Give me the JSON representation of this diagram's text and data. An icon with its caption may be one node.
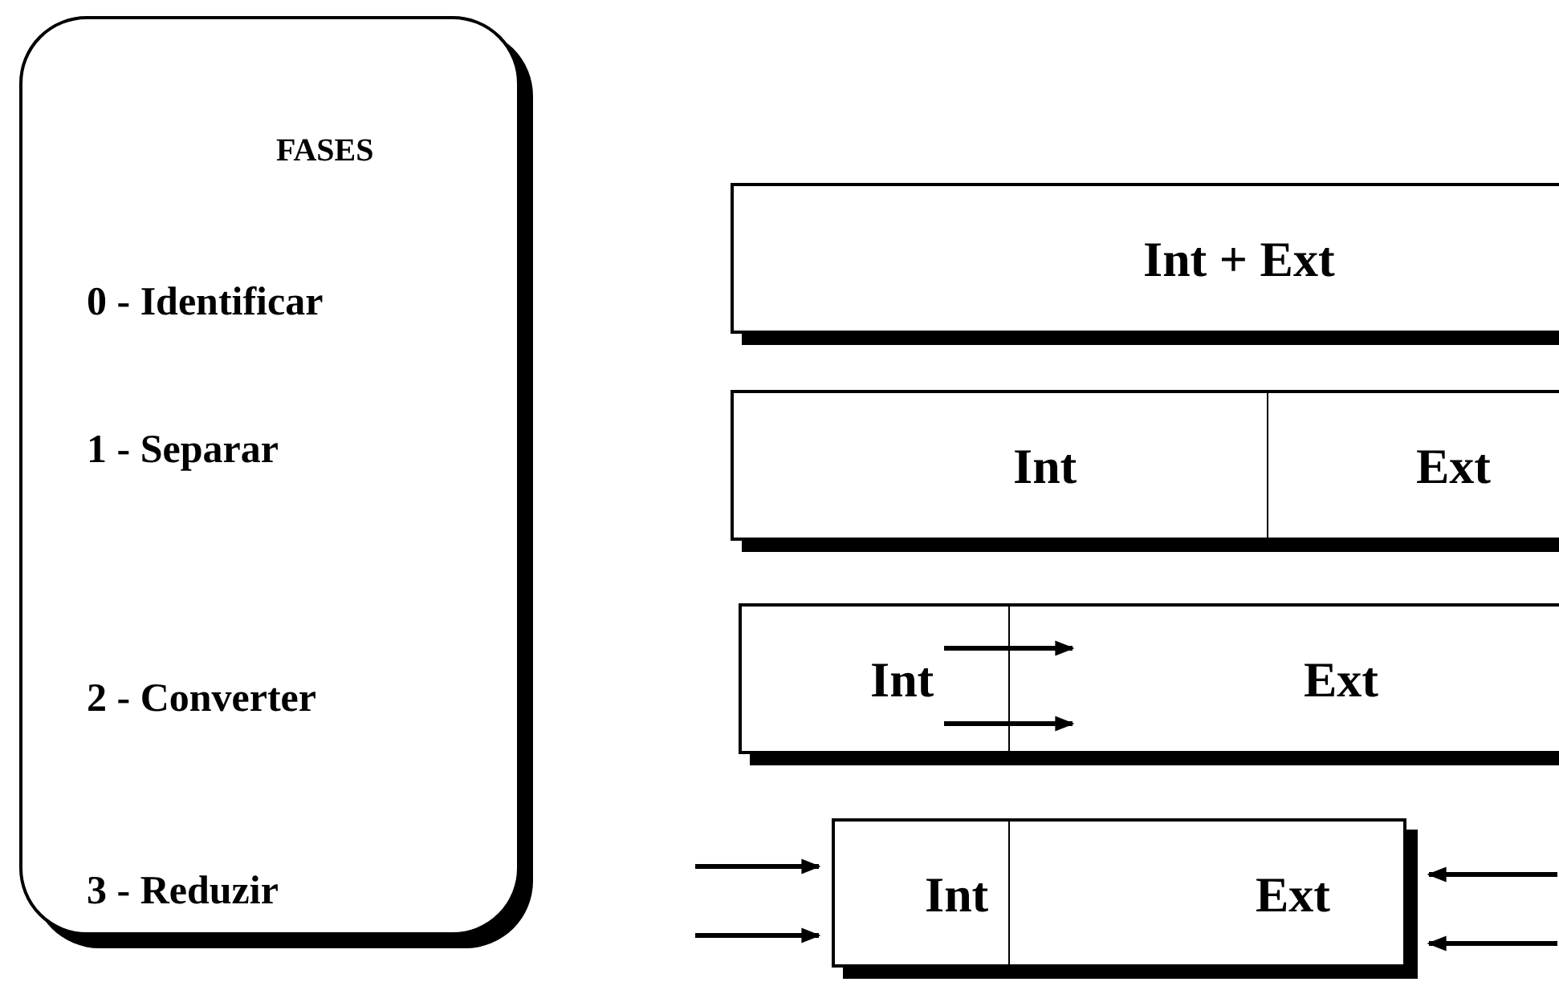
{
  "diagram": {
    "nodes": [
      {
        "text": [
          "FASES",
          "0 - Identificar",
          "1 - Separar",
          "2 - Converter",
          "3 - Reduzir"
        ]
      },
      {
        "text": [
          "Int + Ext"
        ]
      },
      {
        "text": [
          "Int",
          "Ext"
        ]
      },
      {
        "text": [
          "Int",
          "Ext"
        ]
      },
      {
        "text": [
          "Int",
          "Ext"
        ]
      }
    ]
  }
}
